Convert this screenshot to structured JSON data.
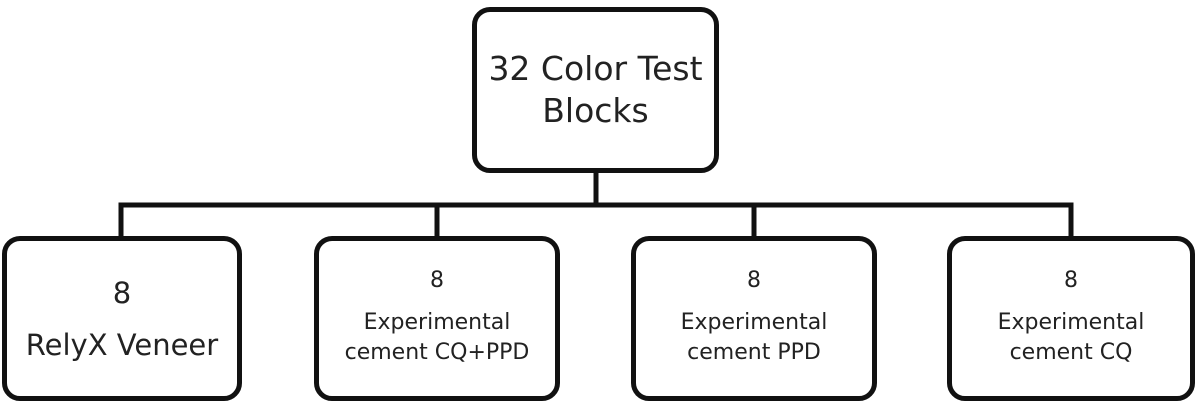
{
  "root": {
    "lines": [
      "32 Color Test",
      "Blocks"
    ]
  },
  "groups": [
    {
      "count": "8",
      "lines": [
        "RelyX Veneer"
      ]
    },
    {
      "count": "8",
      "lines": [
        "Experimental",
        "cement CQ+PPD"
      ]
    },
    {
      "count": "8",
      "lines": [
        "Experimental",
        "cement PPD"
      ]
    },
    {
      "count": "8",
      "lines": [
        "Experimental",
        "cement CQ"
      ]
    }
  ],
  "colors": {
    "stroke": "#111111",
    "text": "#222222",
    "background": "#ffffff"
  }
}
